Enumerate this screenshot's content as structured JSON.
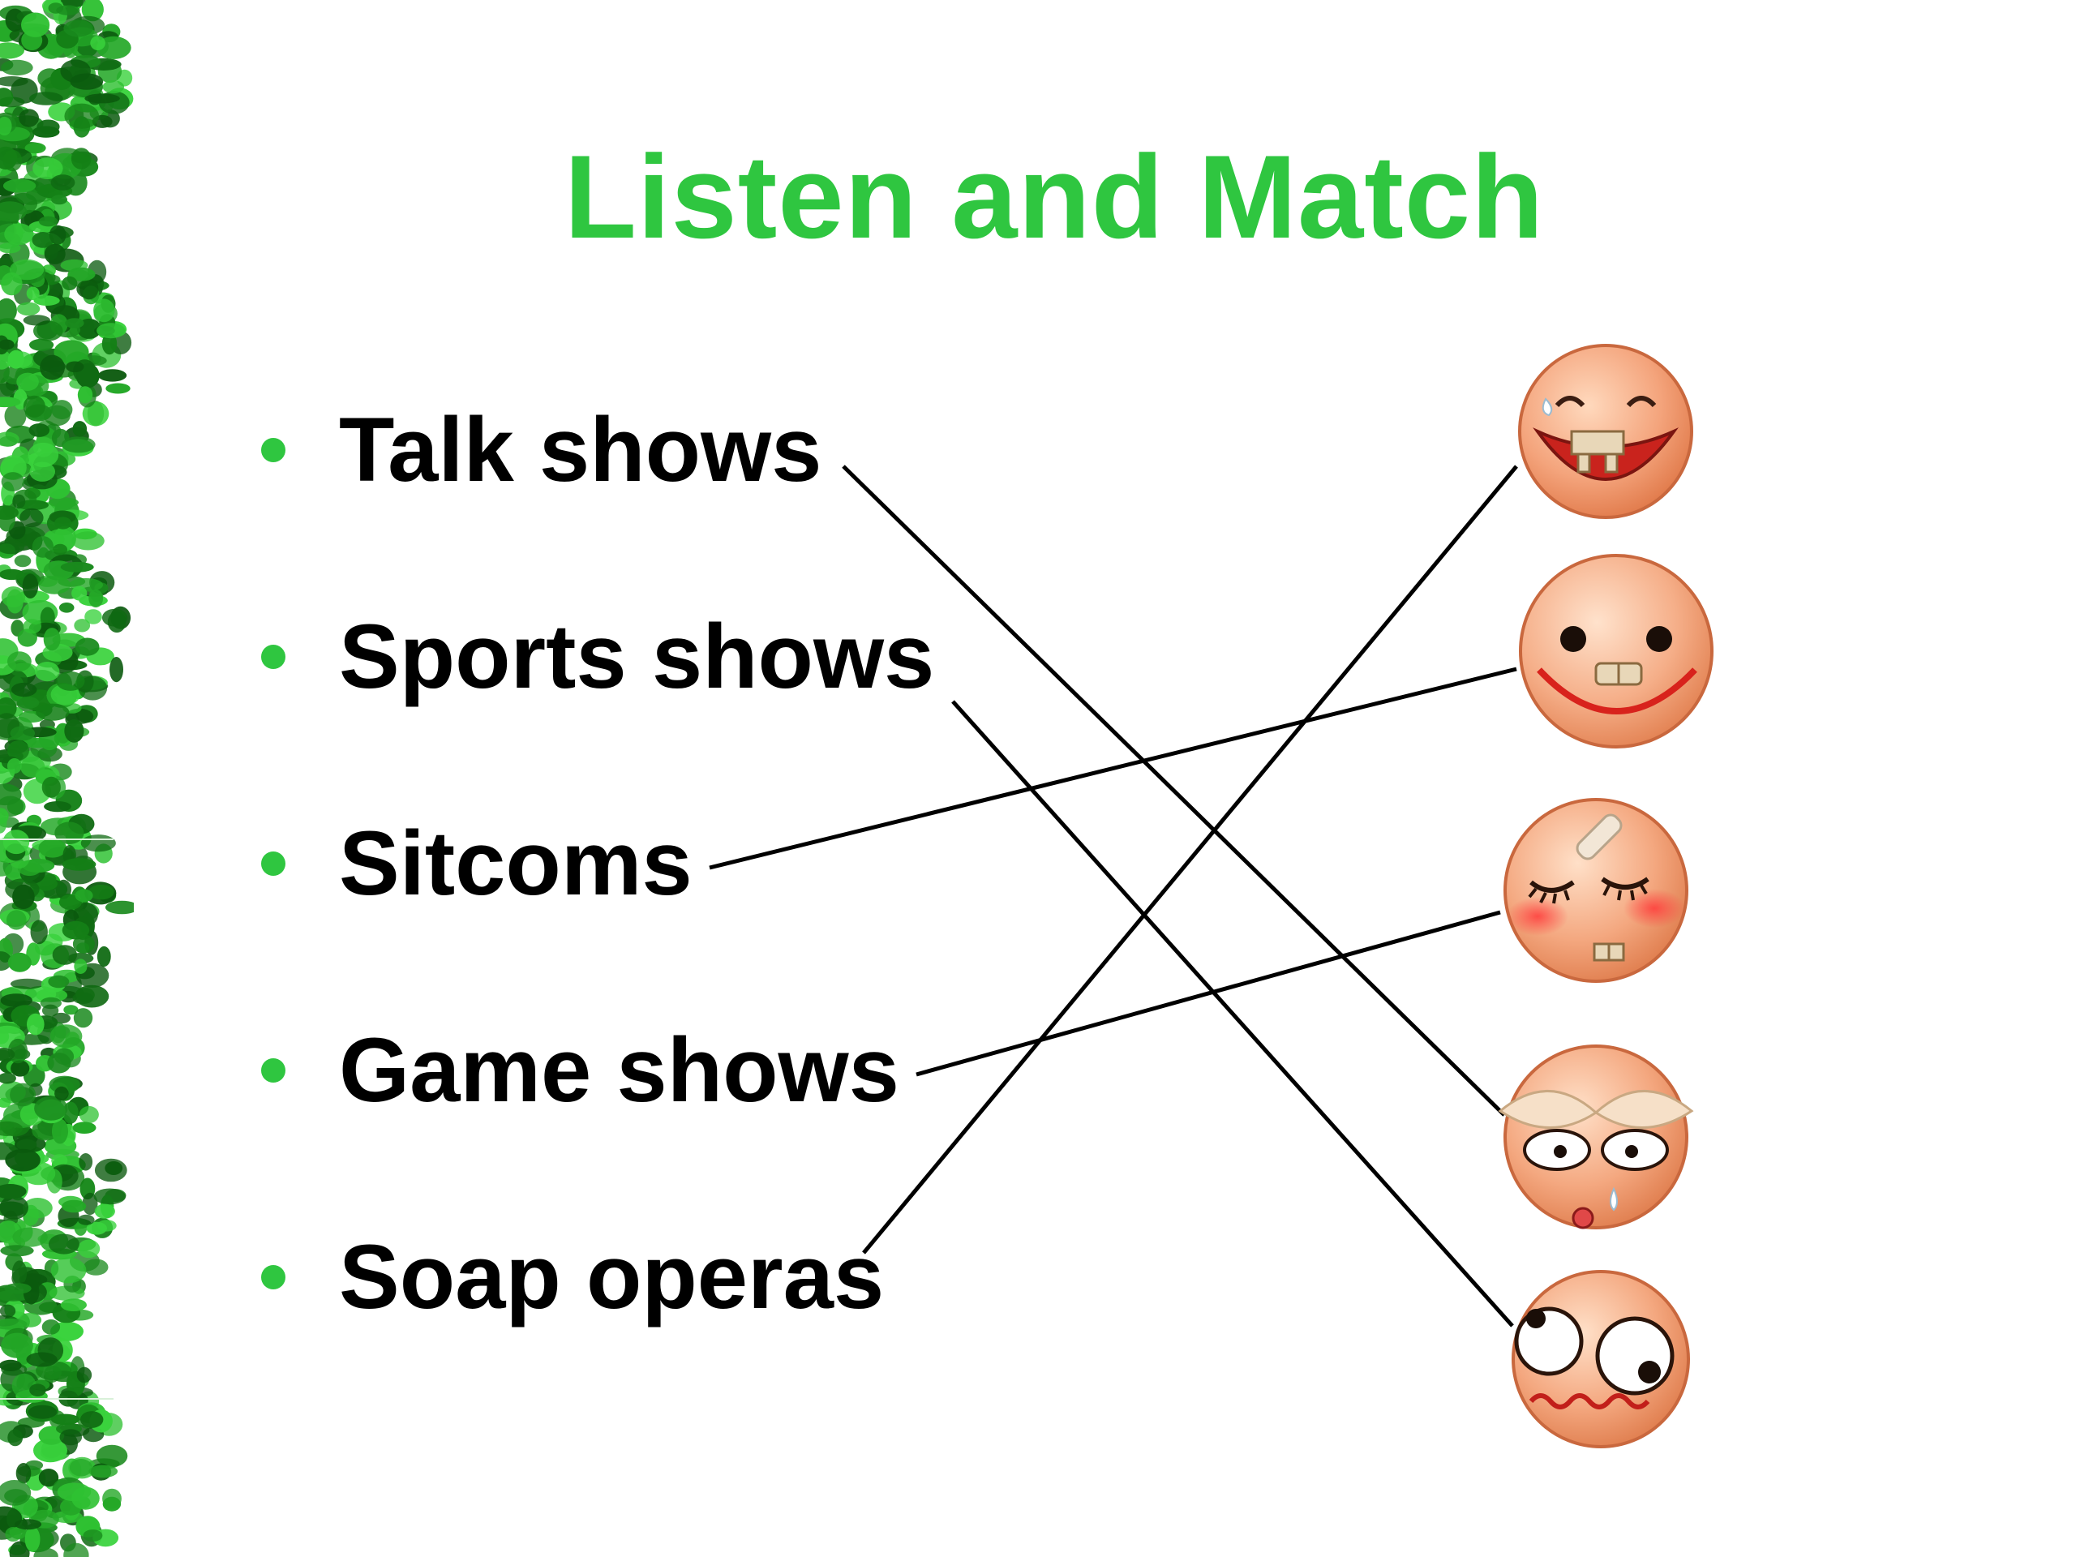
{
  "title": "Listen and Match",
  "colors": {
    "accent": "#2fc640",
    "text": "#000000",
    "line": "#000000",
    "face": "#f3a07a",
    "border_leaf": "#1f9b22"
  },
  "items": [
    {
      "label": "Talk shows",
      "matches_face": 4
    },
    {
      "label": "Sports shows",
      "matches_face": 5
    },
    {
      "label": "Sitcoms",
      "matches_face": 2
    },
    {
      "label": "Game shows",
      "matches_face": 3
    },
    {
      "label": "Soap operas",
      "matches_face": 1
    }
  ],
  "faces": [
    {
      "icon": "laughing-face-icon"
    },
    {
      "icon": "smiling-face-icon"
    },
    {
      "icon": "shy-blushing-face-icon"
    },
    {
      "icon": "sad-tired-face-icon"
    },
    {
      "icon": "confused-face-icon"
    }
  ]
}
